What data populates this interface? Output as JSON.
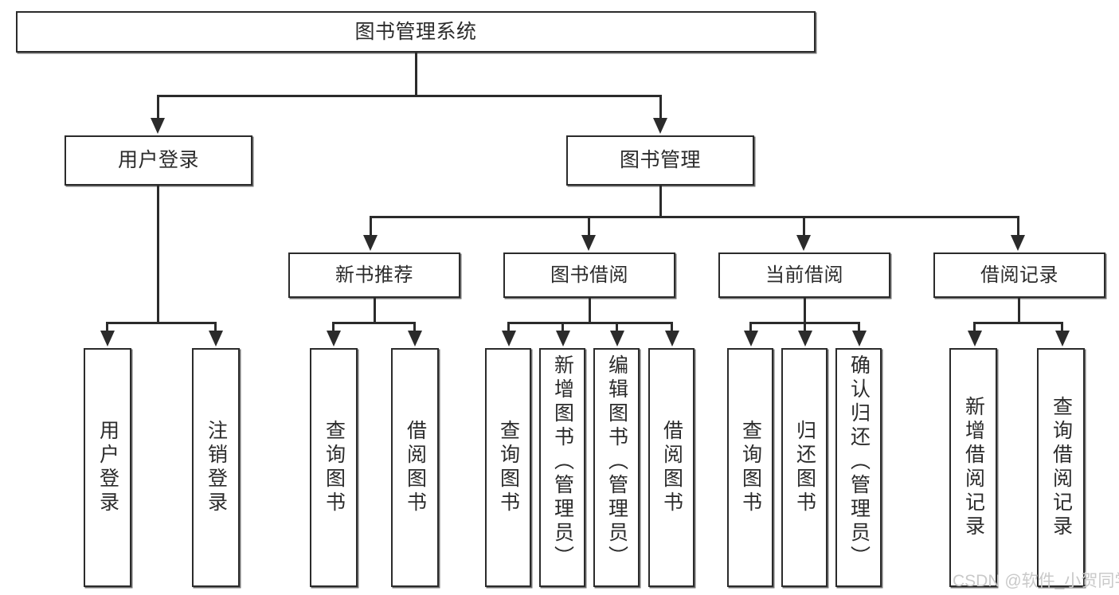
{
  "diagram": {
    "title": "图书管理系统",
    "type": "tree-hierarchy-function-structure",
    "root": {
      "label": "图书管理系统"
    },
    "level1": [
      {
        "label": "用户登录"
      },
      {
        "label": "图书管理"
      }
    ],
    "level2": [
      {
        "label": "新书推荐"
      },
      {
        "label": "图书借阅"
      },
      {
        "label": "当前借阅"
      },
      {
        "label": "借阅记录"
      }
    ],
    "leaves": {
      "user_login": [
        {
          "label": "用户登录"
        },
        {
          "label": "注销登录"
        }
      ],
      "new_book_recommend": [
        {
          "label": "查询图书"
        },
        {
          "label": "借阅图书"
        }
      ],
      "book_borrow": [
        {
          "label": "查询图书"
        },
        {
          "label": "新增图书（管理员）"
        },
        {
          "label": "编辑图书（管理员）"
        },
        {
          "label": "借阅图书"
        }
      ],
      "current_borrow": [
        {
          "label": "查询图书"
        },
        {
          "label": "归还图书"
        },
        {
          "label": "确认归还（管理员）"
        }
      ],
      "borrow_record": [
        {
          "label": "新增借阅记录"
        },
        {
          "label": "查询借阅记录"
        }
      ]
    }
  },
  "watermark": {
    "text": "CSDN @软件_小贺同学"
  },
  "colors": {
    "stroke": "#2b2b2b",
    "fill": "#ffffff",
    "watermark": "#c9c9c9"
  }
}
